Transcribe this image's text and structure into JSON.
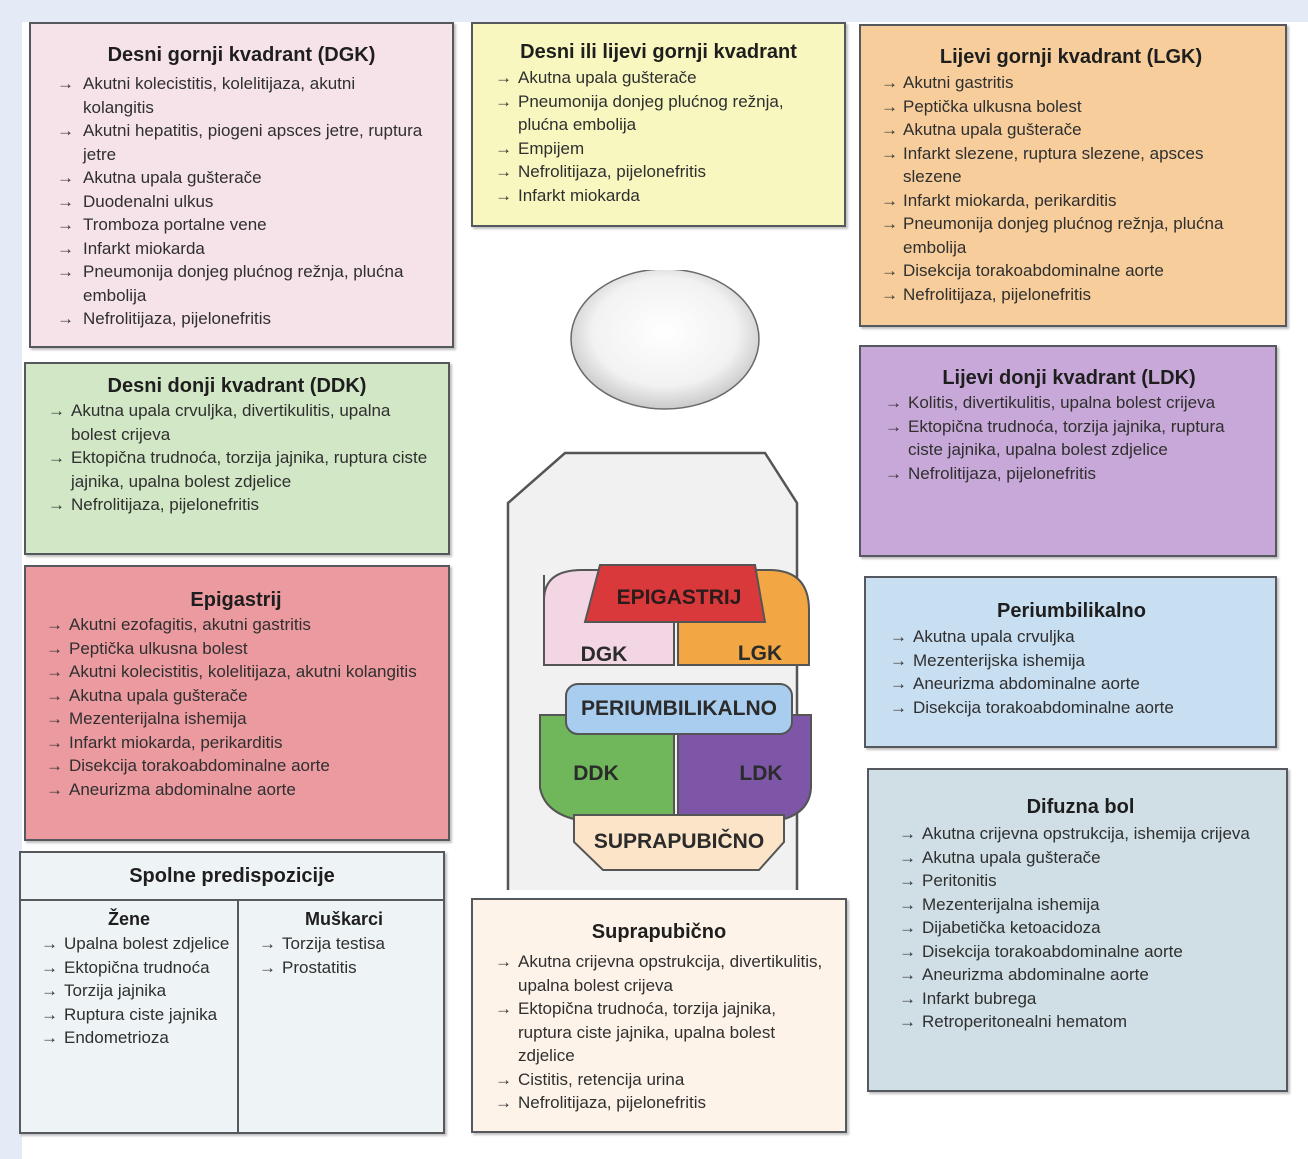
{
  "colors": {
    "dgk": "#f6e3ea",
    "dlgk": "#f8f7bf",
    "lgk": "#f6cd9b",
    "ddk": "#d1e7c5",
    "ldk": "#c7a8d8",
    "epigastrij": "#eb9aa0",
    "periumbilikalno": "#c8def1",
    "difuzna": "#cfdfe5",
    "suprapubicno": "#fdf3e8",
    "spolne": "#eef3f6"
  },
  "arrow_icon": "arrow-right-icon",
  "dgk": {
    "title": "Desni gornji kvadrant (DGK)",
    "items": [
      "Akutni kolecistitis, kolelitijaza, akutni kolangitis",
      "Akutni hepatitis, piogeni apsces jetre, ruptura jetre",
      "Akutna upala gušterače",
      "Duodenalni ulkus",
      "Tromboza portalne vene",
      "Infarkt miokarda",
      "Pneumonija donjeg plućnog režnja, plućna embolija",
      "Nefrolitijaza, pijelonefritis"
    ]
  },
  "dlgk": {
    "title": "Desni ili lijevi gornji kvadrant",
    "items": [
      "Akutna upala gušterače",
      "Pneumonija donjeg plućnog režnja, plućna embolija",
      "Empijem",
      "Nefrolitijaza, pijelonefritis",
      "Infarkt miokarda"
    ]
  },
  "lgk": {
    "title": "Lijevi gornji kvadrant (LGK)",
    "items": [
      "Akutni gastritis",
      "Peptička ulkusna bolest",
      "Akutna upala gušterače",
      "Infarkt slezene, ruptura slezene, apsces slezene",
      "Infarkt miokarda, perikarditis",
      "Pneumonija donjeg plućnog režnja, plućna embolija",
      "Disekcija torakoabdominalne aorte",
      "Nefrolitijaza, pijelonefritis"
    ]
  },
  "ddk": {
    "title": "Desni donji kvadrant (DDK)",
    "items": [
      "Akutna upala crvuljka, divertikulitis, upalna bolest crijeva",
      "Ektopična trudnoća, torzija jajnika, ruptura ciste jajnika, upalna bolest zdjelice",
      "Nefrolitijaza, pijelonefritis"
    ]
  },
  "ldk": {
    "title": "Lijevi donji kvadrant (LDK)",
    "items": [
      "Kolitis, divertikulitis, upalna bolest crijeva",
      "Ektopična trudnoća, torzija jajnika, ruptura ciste jajnika, upalna bolest zdjelice",
      "Nefrolitijaza, pijelonefritis"
    ]
  },
  "epigastrij": {
    "title": "Epigastrij",
    "items": [
      "Akutni ezofagitis, akutni gastritis",
      "Peptička ulkusna bolest",
      "Akutni kolecistitis, kolelitijaza, akutni kolangitis",
      "Akutna upala gušterače",
      "Mezenterijalna ishemija",
      "Infarkt miokarda, perikarditis",
      "Disekcija torakoabdominalne aorte",
      "Aneurizma abdominalne aorte"
    ]
  },
  "periumbilikalno": {
    "title": "Periumbilikalno",
    "items": [
      "Akutna upala crvuljka",
      "Mezenterijska ishemija",
      "Aneurizma abdominalne aorte",
      "Disekcija torakoabdominalne aorte"
    ]
  },
  "difuzna": {
    "title": "Difuzna bol",
    "items": [
      "Akutna crijevna opstrukcija, ishemija crijeva",
      "Akutna upala gušterače",
      "Peritonitis",
      "Mezenterijalna ishemija",
      "Dijabetička ketoacidoza",
      "Disekcija torakoabdominalne aorte",
      "Aneurizma abdominalne aorte",
      "Infarkt bubrega",
      "Retroperitonealni hematom"
    ]
  },
  "suprapubicno": {
    "title": "Suprapubično",
    "items": [
      "Akutna crijevna opstrukcija, divertikulitis, upalna bolest crijeva",
      "Ektopična trudnoća, torzija jajnika, ruptura ciste jajnika, upalna bolest zdjelice",
      "Cistitis, retencija urina",
      "Nefrolitijaza, pijelonefritis"
    ]
  },
  "spolne": {
    "title": "Spolne predispozicije",
    "zene": {
      "title": "Žene",
      "items": [
        "Upalna bolest zdjelice",
        "Ektopična trudnoća",
        "Torzija jajnika",
        "Ruptura ciste jajnika",
        "Endometrioza"
      ]
    },
    "muskarci": {
      "title": "Muškarci",
      "items": [
        "Torzija testisa",
        "Prostatitis"
      ]
    }
  },
  "diagram": {
    "epigastrij": "EPIGASTRIJ",
    "dgk": "DGK",
    "lgk": "LGK",
    "periumbilikalno": "PERIUMBILIKALNO",
    "ddk": "DDK",
    "ldk": "LDK",
    "suprapubicno": "SUPRAPUBIČNO"
  }
}
